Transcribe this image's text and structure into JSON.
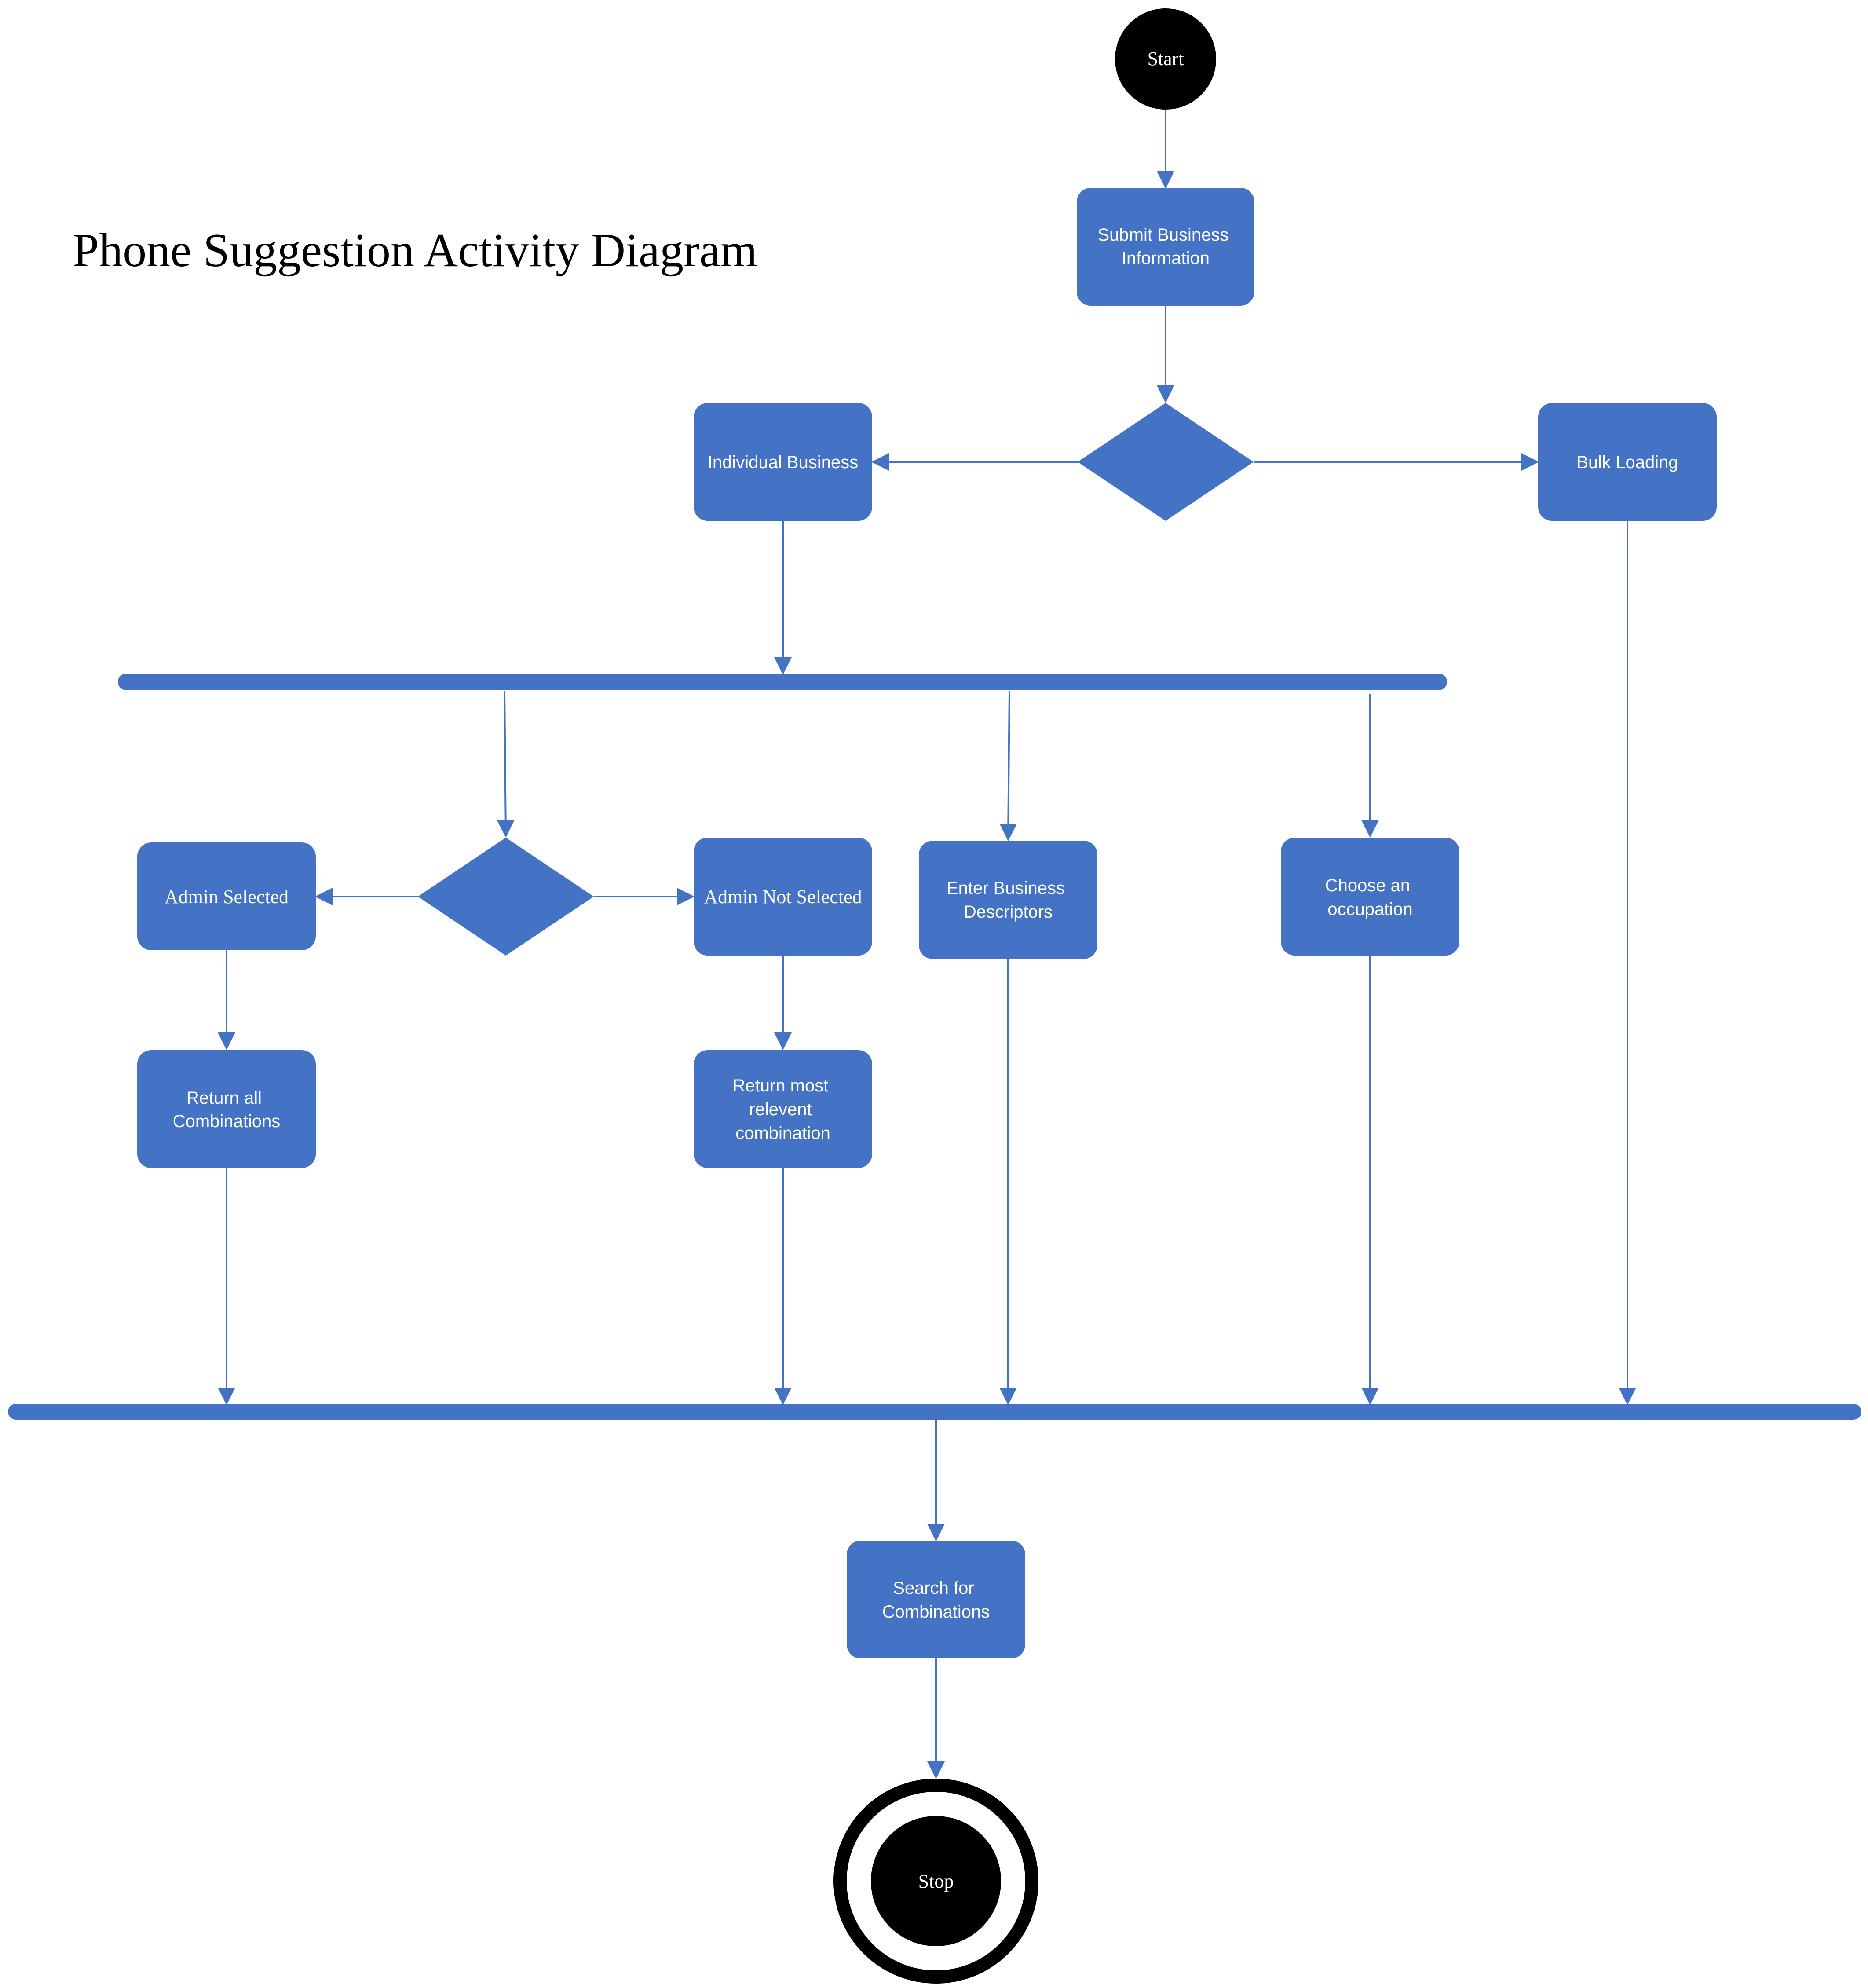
{
  "title": "Phone Suggestion Activity Diagram",
  "colors": {
    "node_fill": "#4472C4",
    "terminal_fill": "#000000",
    "node_text": "#ffffff",
    "edge": "#4472C4"
  },
  "nodes": {
    "start": "Start",
    "submit": [
      "Submit Business",
      "Information"
    ],
    "individual": "Individual Business",
    "bulk": "Bulk Loading",
    "admin_selected": "Admin Selected",
    "admin_not_selected": "Admin Not Selected",
    "enter_descriptors": [
      "Enter Business",
      "Descriptors"
    ],
    "choose_occupation": [
      "Choose an",
      "occupation"
    ],
    "return_all": [
      "Return all",
      "Combinations"
    ],
    "return_most": [
      "Return most",
      "relevent",
      "combination"
    ],
    "search": [
      "Search for",
      "Combinations"
    ],
    "stop": "Stop"
  }
}
